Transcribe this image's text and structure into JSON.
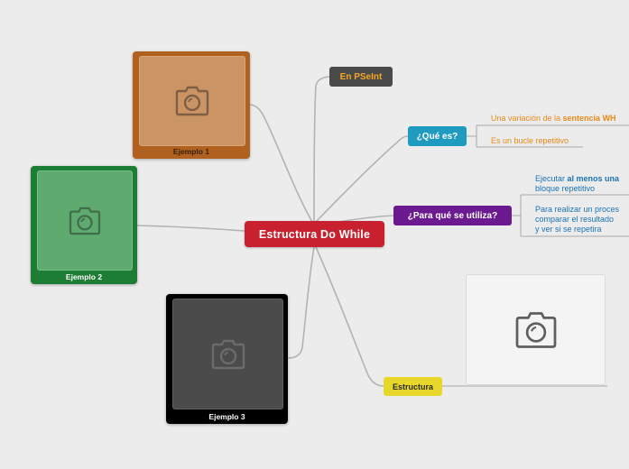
{
  "central": {
    "label": "Estructura Do While",
    "color": "#c8202f"
  },
  "branches": {
    "pseint": {
      "label": "En PSeInt"
    },
    "que_es": {
      "label": "¿Qué es?",
      "items": [
        {
          "prefix": "Una variación de la ",
          "bold": "sentencia WH"
        },
        {
          "text": "Es un bucle repetitivo"
        }
      ]
    },
    "para_que": {
      "label": "¿Para qué se utiliza?",
      "item1": {
        "prefix": "Ejecutar ",
        "bold": "al menos una",
        "line2": "bloque repetitivo"
      },
      "item2": {
        "line1": "Para realizar un proces",
        "line2": "comparar el resultado",
        "line3": "y ver si se repetira"
      }
    },
    "estructura": {
      "label": "Estructura",
      "image_icon": "camera-icon"
    }
  },
  "examples": [
    {
      "label": "Ejemplo 1",
      "color": "#b0601f",
      "icon": "camera-icon"
    },
    {
      "label": "Ejemplo 2",
      "color": "#1d7d34",
      "icon": "camera-icon"
    },
    {
      "label": "Ejemplo 3",
      "color": "#000000",
      "icon": "camera-icon"
    }
  ]
}
